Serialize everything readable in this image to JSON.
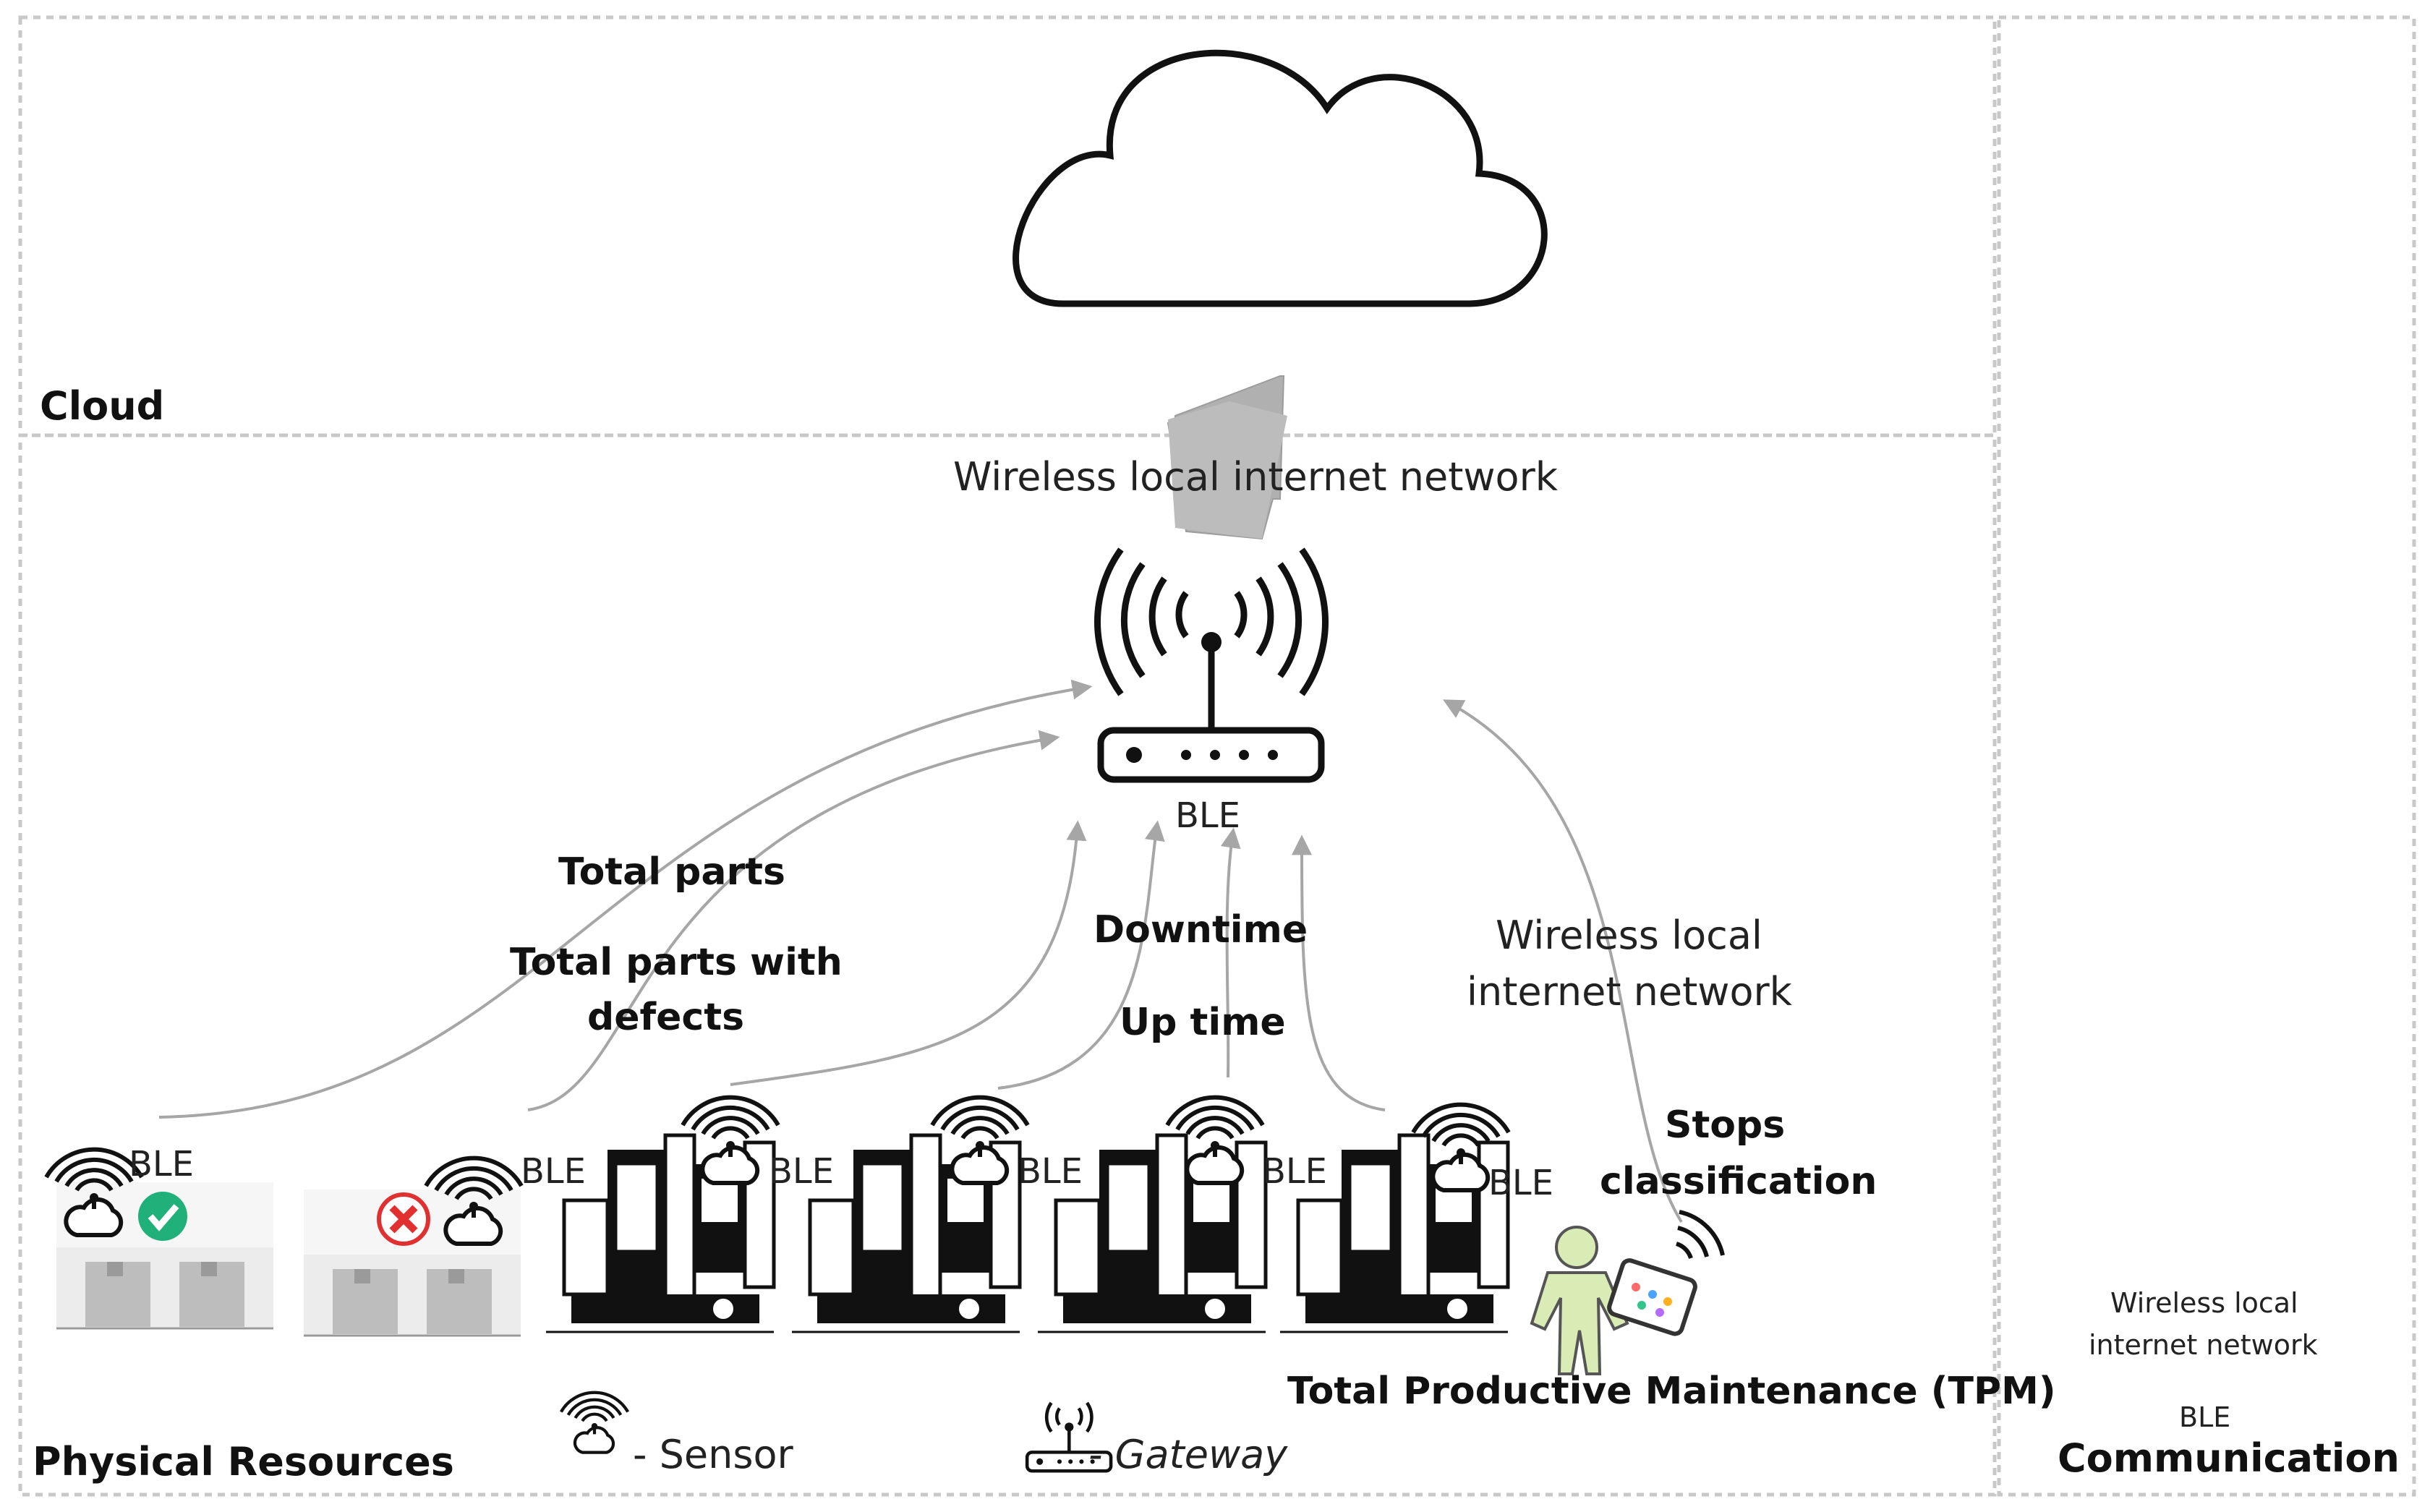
{
  "regions": {
    "cloud": "Cloud",
    "physical": "Physical Resources",
    "communication": "Communication"
  },
  "uplink_label": "Wireless local internet network",
  "gateway_ble": "BLE",
  "sensor_ble_label": "BLE",
  "flow_labels": {
    "total_parts": "Total parts",
    "total_parts_defects_1": "Total parts with",
    "total_parts_defects_2": "defects",
    "downtime": "Downtime",
    "uptime": "Up time",
    "tablet_link_1": "Wireless local",
    "tablet_link_2": "internet network",
    "stops_1": "Stops",
    "stops_2": "classification"
  },
  "tpm_label": "Total Productive Maintenance (TPM)",
  "legend": {
    "sensor": "- Sensor",
    "gateway": "- Gateway"
  },
  "communication_panel": {
    "line1": "Wireless local",
    "line2": "internet network",
    "ble": "BLE"
  },
  "colors": {
    "border": "#c8c8c8",
    "arrow": "#a6a6a6",
    "ok": "#20b07a",
    "error": "#e03030",
    "person": "#d9ecb5"
  }
}
